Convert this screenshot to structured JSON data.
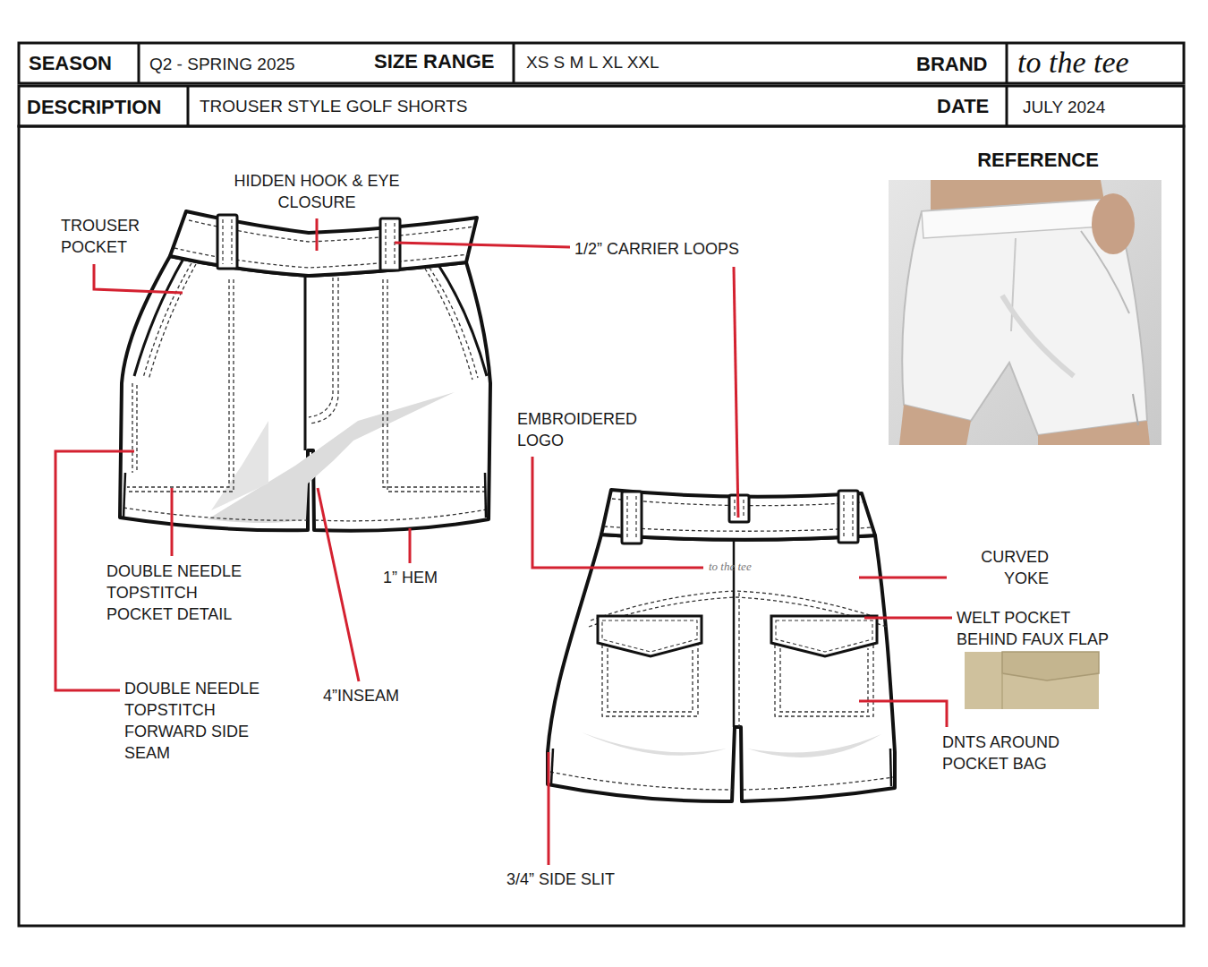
{
  "diagram": {
    "labels": [
      "SEASON",
      "Q2 - SPRING 2025",
      "SIZE RANGE",
      "XS S M L XL XXL",
      "BRAND",
      "to the tee",
      "DESCRIPTION",
      "TROUSER STYLE GOLF SHORTS",
      "DATE",
      "JULY 2024",
      "REFERENCE",
      "HIDDEN HOOK & EYE CLOSURE",
      "TROUSER POCKET",
      "1/2” CARRIER LOOPS",
      "EMBROIDERED LOGO",
      "to the tee",
      "CURVED YOKE",
      "WELT POCKET BEHIND FAUX FLAP",
      "DOUBLE NEEDLE TOPSTITCH POCKET DETAIL",
      "1” HEM",
      "4”INSEAM",
      "DOUBLE NEEDLE TOPSTITCH FORWARD SIDE SEAM",
      "DNTS AROUND POCKET BAG",
      "3/4” SIDE SLIT"
    ]
  }
}
